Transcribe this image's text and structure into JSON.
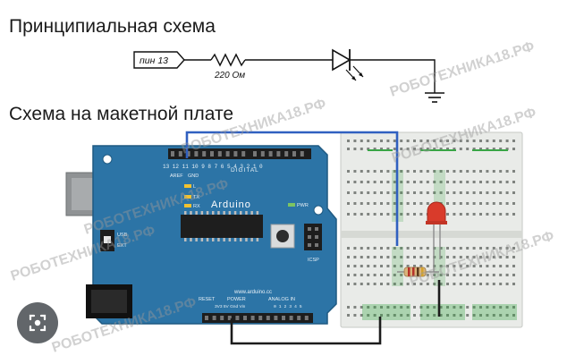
{
  "headings": {
    "schematic": "Принципиальная схема",
    "breadboard": "Схема на макетной плате"
  },
  "schematic": {
    "pin_label": "пин 13",
    "resistor_label": "220 Ом"
  },
  "board": {
    "name": "Arduino",
    "digital_label": "DIGITAL",
    "analog_label": "ANALOG IN",
    "power_label": "POWER",
    "icsp_label": "ICSP",
    "aref_label": "AREF",
    "gnd_label": "GND",
    "tx_label": "TX",
    "rx_label": "RX",
    "l_label": "L",
    "pwr_label": "PWR",
    "ext_label": "EXT",
    "usb_label": "USB",
    "reset_label": "RESET",
    "pin_numbers": "13 12 11 10 9 8  7 6 5 4 3 2 1 0",
    "power_pins": "3V3 5V Gnd Vin",
    "analog_pins": "0 1 2 3 4 5",
    "website": "www.arduino.cc"
  },
  "watermark": "РОБОТЕХНИКА18.РФ",
  "colors": {
    "board_blue": "#2c74a6",
    "wire_blue": "#3060c0",
    "wire_black": "#1c1c1c",
    "led_red": "#d93b2b",
    "breadboard": "#e9ebe8",
    "breadboard_green": "#39a546"
  },
  "icons": {
    "lens": "google-lens-icon"
  }
}
